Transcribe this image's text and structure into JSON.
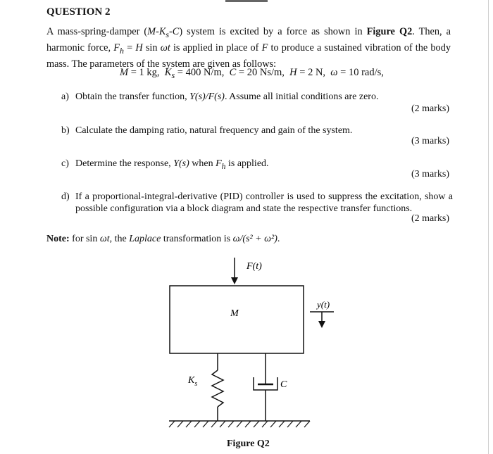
{
  "question": {
    "title": "QUESTION 2",
    "intro": {
      "t1": "A mass-spring-damper (",
      "t1_model": "M-K",
      "t1_model_sub": "s",
      "t1_model_tail": "-C",
      "t2": ") system is excited by a force as shown in ",
      "figure_ref": "Figure Q2",
      "t3": ". Then, a harmonic force, ",
      "force_name": "F",
      "force_sub": "h",
      "t4": " = ",
      "amp": "H",
      "t5": " sin ",
      "omega_t": "ωt",
      "t6": " is applied in place of ",
      "f_var": "F",
      "t7": " to produce a sustained vibration of the body mass. The parameters of the system are given as follows:"
    },
    "params": {
      "m_sym": "M",
      "m_val": " = 1 kg,  ",
      "k_sym": "K",
      "k_sub": "s",
      "k_val": " = 400 N/m,  ",
      "c_sym": "C",
      "c_val": " = 20 Ns/m,  ",
      "h_sym": "H",
      "h_val": " = 2 N,  ",
      "w_sym": "ω",
      "w_val": " = 10 rad/s,"
    },
    "parts": {
      "a": {
        "label": "a)",
        "t1": "Obtain the transfer function, ",
        "f1": "Y",
        "f2": "(s)/",
        "f3": "F",
        "f4": "(s)",
        "t2": ". Assume all initial conditions are zero.",
        "marks": "(2 marks)"
      },
      "b": {
        "label": "b)",
        "t1": "Calculate the damping ratio, natural frequency and gain of the system.",
        "marks": "(3 marks)"
      },
      "c": {
        "label": "c)",
        "t1": "Determine the response, ",
        "y": "Y",
        "s": "(s)",
        "t2": " when ",
        "f": "F",
        "f_sub": "h",
        "t3": " is applied.",
        "marks": "(3 marks)"
      },
      "d": {
        "label": "d)",
        "line1": "If a proportional-integral-derivative (PID) controller is used to suppress the excitation, show a",
        "line2": "possible configuration via a block diagram and state the respective transfer functions.",
        "marks": "(2 marks)"
      }
    },
    "note": {
      "label": "Note:",
      "t1": " for sin ",
      "omega_t": "ωt",
      "t2": ", the ",
      "laplace": "Laplace",
      "t3": " transformation is ",
      "formula": "ω/(s² + ω²)",
      "t4": "."
    },
    "figure": {
      "force_label": "F(t)",
      "mass_label": "M",
      "disp_label": "y(t)",
      "spring_label": "K",
      "spring_sub": "s",
      "damper_label": "C",
      "caption": "Figure Q2"
    }
  }
}
